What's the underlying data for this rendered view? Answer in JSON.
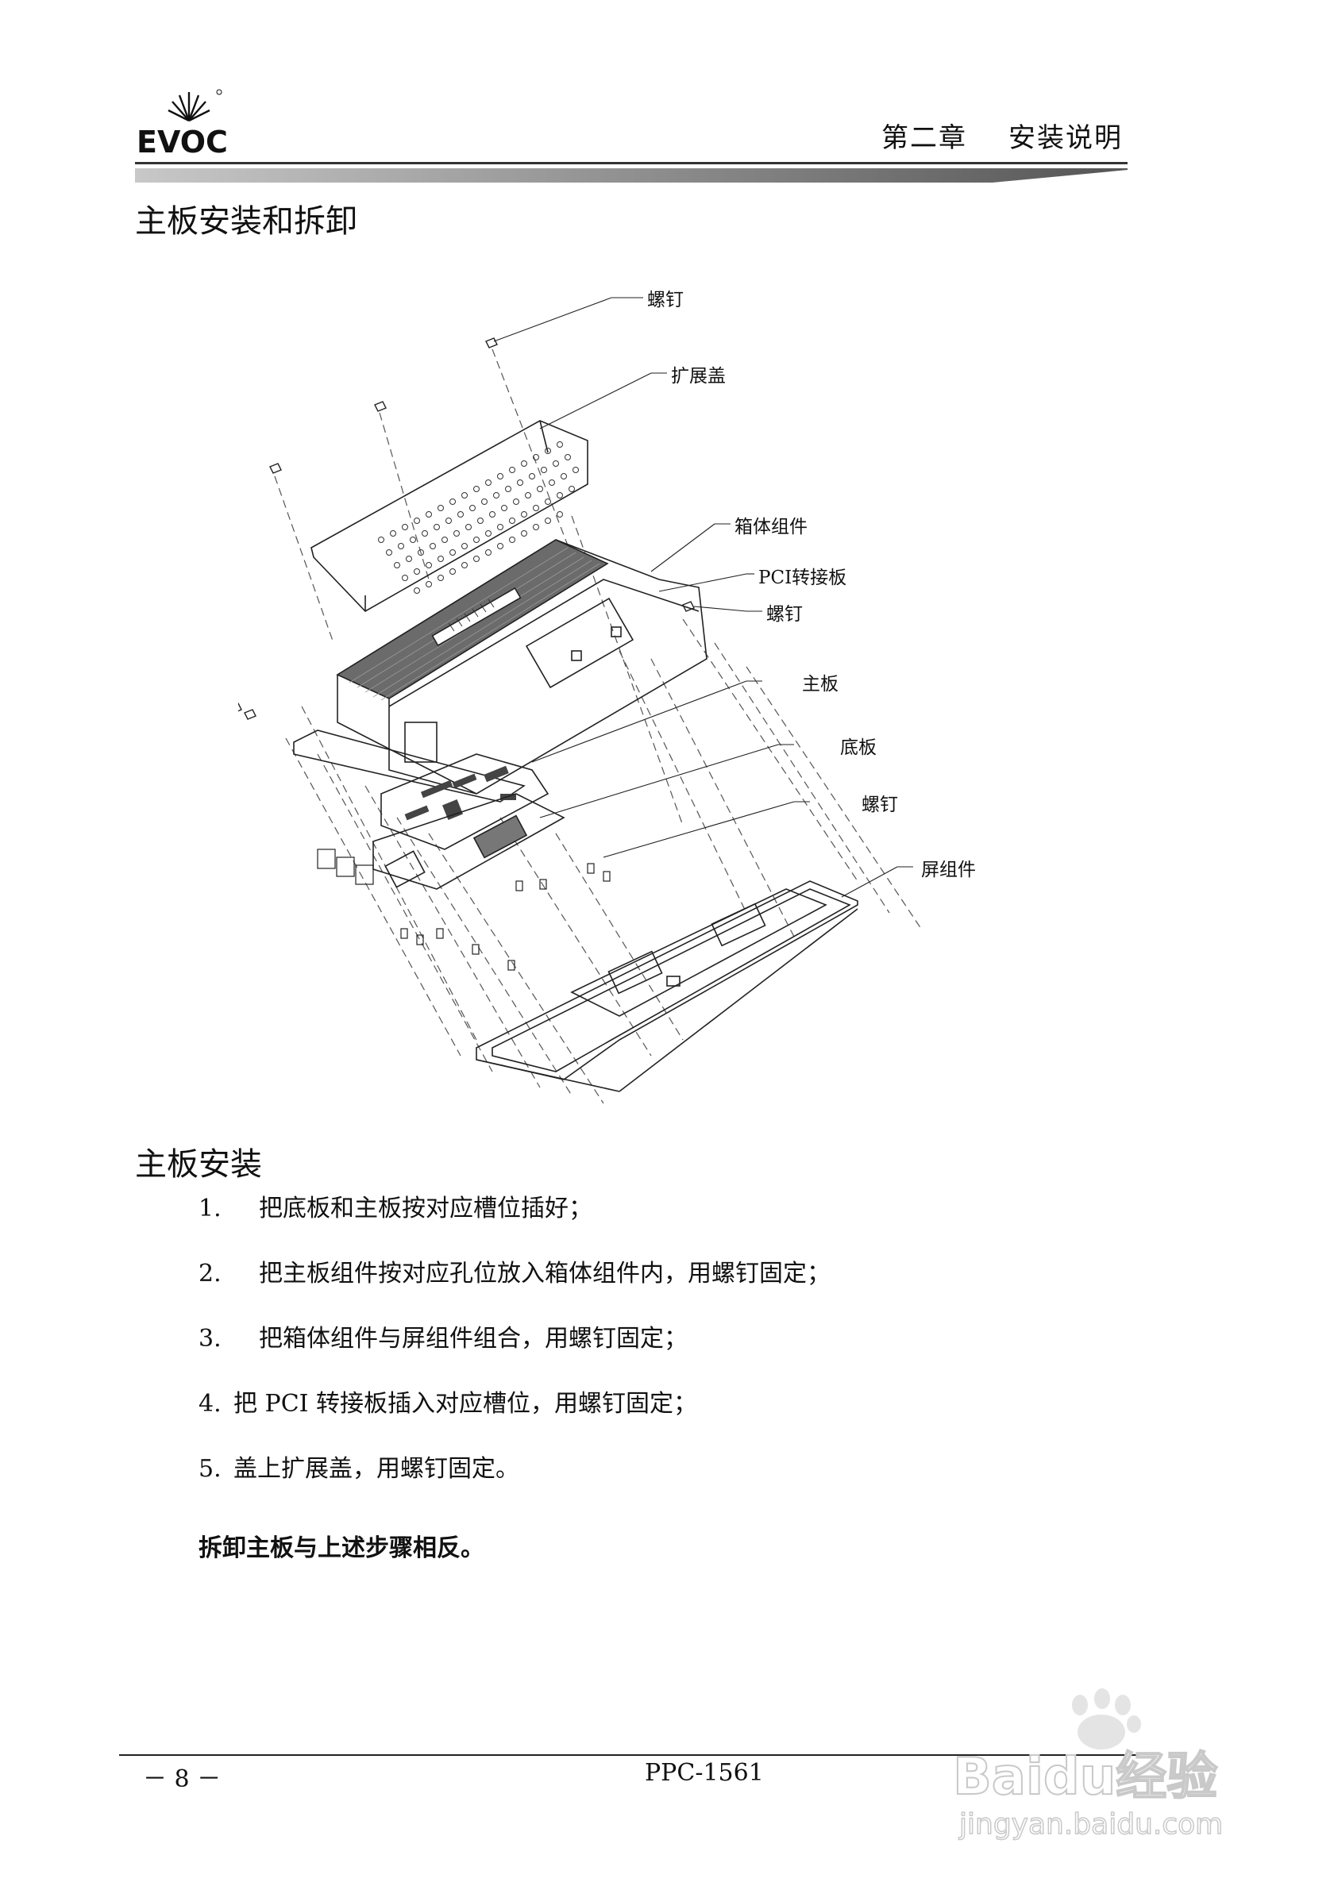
{
  "header": {
    "logo_text": "EVOC",
    "chapter": "第二章",
    "chapter_title": "安装说明"
  },
  "section_title": "主板安装和拆卸",
  "diagram": {
    "labels": {
      "screw_top": "螺钉",
      "expansion_cover": "扩展盖",
      "chassis_assembly": "箱体组件",
      "pci_riser": "PCI转接板",
      "screw_mid": "螺钉",
      "mainboard": "主板",
      "base_board": "底板",
      "screw_low": "螺钉",
      "screen_assembly": "屏组件"
    }
  },
  "install": {
    "title": "主板安装",
    "steps": [
      {
        "num": "1.",
        "text": "把底板和主板按对应槽位插好；"
      },
      {
        "num": "2.",
        "text": "把主板组件按对应孔位放入箱体组件内，用螺钉固定；"
      },
      {
        "num": "3.",
        "text": "把箱体组件与屏组件组合，用螺钉固定；"
      },
      {
        "num": "4.",
        "text": "把 PCI 转接板插入对应槽位，用螺钉固定；"
      },
      {
        "num": "5.",
        "text": "盖上扩展盖，用螺钉固定。"
      }
    ],
    "note": "拆卸主板与上述步骤相反。"
  },
  "footer": {
    "page": "－ 8 －",
    "model": "PPC-1561"
  },
  "watermark": {
    "brand": "Baidu经验",
    "url": "jingyan.baidu.com"
  }
}
